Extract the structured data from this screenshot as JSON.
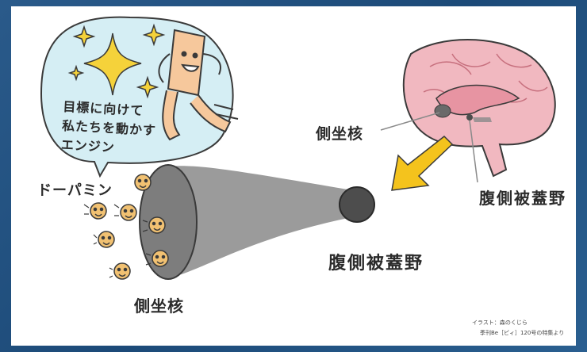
{
  "labels": {
    "bubble_text": "目標に向けて\n私たちを動かす\nエンジン",
    "dopamine": "ドーパミン",
    "nucleus_accumbens_brain": "側坐核",
    "vta_brain": "腹側被蓋野",
    "vta_center": "腹側被蓋野",
    "nucleus_accumbens_bottom": "側坐核"
  },
  "credits": {
    "illustration": "イラスト：森のくじら",
    "source": "季刊Be［ビィ］120号の特集より"
  },
  "colors": {
    "bubble_fill": "#d5eef4",
    "star": "#f5d23a",
    "brain_outer": "#f1b8c0",
    "brain_inner": "#e794a2",
    "arrow": "#f4c31d",
    "cone": "#8a8a8a",
    "ball": "#4d4d4d",
    "character": "#f6c89c",
    "dopamine_face": "#f1c172"
  }
}
